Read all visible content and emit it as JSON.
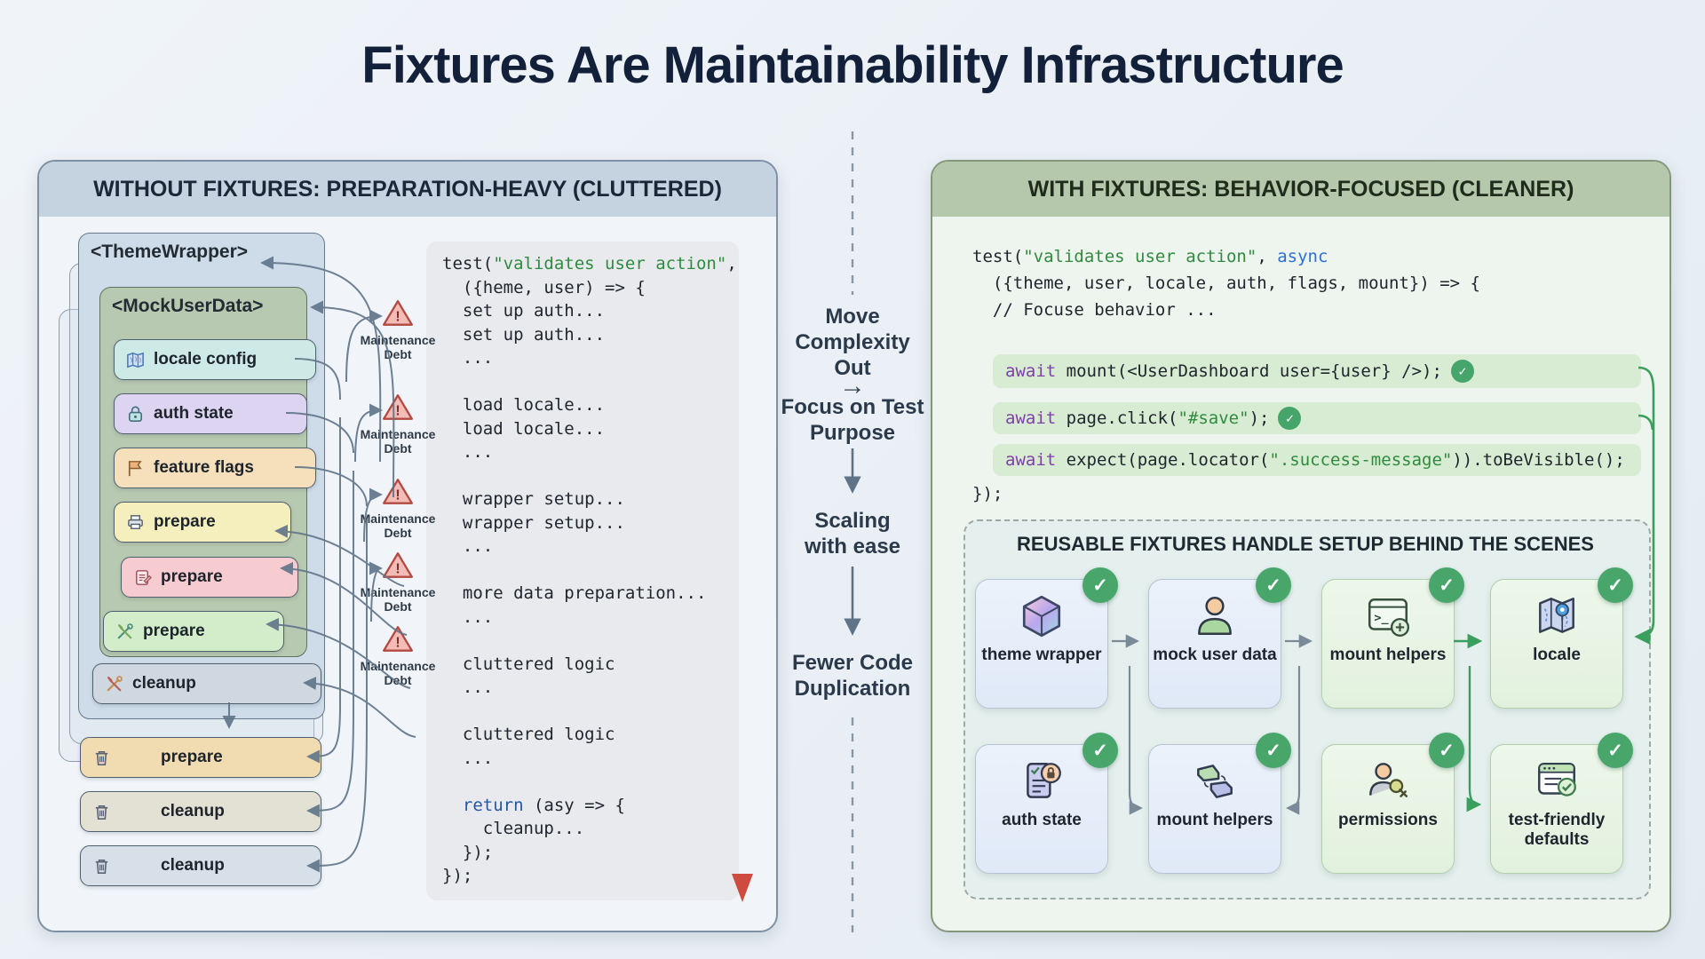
{
  "title": "Fixtures Are Maintainability Infrastructure",
  "left": {
    "header": "WITHOUT FIXTURES: PREPARATION-HEAVY (CLUTTERED)",
    "wrapper_label": "<ThemeWrapper>",
    "mock_label": "<MockUserData>",
    "chips": [
      {
        "label": "locale config",
        "icon": "map-icon",
        "color": "#cdeae6"
      },
      {
        "label": "auth state",
        "icon": "lock-icon",
        "color": "#ddd4f2"
      },
      {
        "label": "feature flags",
        "icon": "flag-icon",
        "color": "#f6dfbb"
      },
      {
        "label": "prepare",
        "icon": "printer-icon",
        "color": "#f5eebd"
      },
      {
        "label": "prepare",
        "icon": "memo-icon",
        "color": "#f7ccd1"
      },
      {
        "label": "prepare",
        "icon": "tools-icon",
        "color": "#d3edcb"
      },
      {
        "label": "cleanup",
        "icon": "tools-icon",
        "color": "#cfd7e0"
      },
      {
        "label": "prepare",
        "icon": "trash-icon",
        "color": "#f1dcb2"
      },
      {
        "label": "cleanup",
        "icon": "trash-icon",
        "color": "#e3e0d4"
      },
      {
        "label": "cleanup",
        "icon": "trash-icon",
        "color": "#d7e0e9"
      }
    ],
    "warning": {
      "line1": "Maintenance",
      "line2": "Debt"
    },
    "code": {
      "l1_pre": "test(",
      "l1_str": "\"validates user action\"",
      "l1_post": ",",
      "l2": "  ({heme, user) => {",
      "body": [
        "  set up auth...",
        "  set up auth...",
        "  ...",
        "",
        "  load locale...",
        "  load locale...",
        "  ...",
        "",
        "  wrapper setup...",
        "  wrapper setup...",
        "  ...",
        "",
        "  more data preparation...",
        "  ...",
        "",
        "  cluttered logic",
        "  ...",
        "",
        "  cluttered logic",
        "  ...",
        ""
      ],
      "ret_indent": "  ",
      "ret_kw": "return",
      "ret_post": " (asy => {",
      "cleanup_line": "    cleanup...",
      "close1": "  });",
      "close2": "});"
    }
  },
  "middle": {
    "steps": [
      "Move Complexity Out",
      "Focus on Test Purpose",
      "Scaling with ease",
      "Fewer Code Duplication"
    ],
    "arrow_right": "→"
  },
  "right": {
    "header": "WITH FIXTURES: BEHAVIOR-FOCUSED (CLEANER)",
    "code": {
      "l1_pre": "test(",
      "l1_str": "\"validates user action\"",
      "l1_mid": ", ",
      "l1_kw": "async",
      "l2": "  ({theme, user, locale, auth, flags, mount}) => {",
      "l3": "  // Focuse behavior ...",
      "row1": {
        "kw": "await",
        "rest": " mount(<UserDashboard user={user} />);"
      },
      "row2": {
        "kw": "await",
        "a": " page.click(",
        "str": "\"#save\"",
        "b": ");"
      },
      "row3": {
        "kw": "await",
        "a": " expect(page.locator(",
        "str": "\".success-message\"",
        "b": ")).toBeVisible();"
      },
      "close": "});"
    },
    "fixtures": {
      "title": "REUSABLE FIXTURES HANDLE SETUP BEHIND THE SCENES",
      "cards": [
        {
          "label": "theme wrapper",
          "icon": "cube-icon"
        },
        {
          "label": "mock user data",
          "icon": "user-icon"
        },
        {
          "label": "mount helpers",
          "icon": "terminal-plus-icon"
        },
        {
          "label": "locale",
          "icon": "map-pin-icon"
        },
        {
          "label": "auth state",
          "icon": "document-lock-icon"
        },
        {
          "label": "mount helpers",
          "icon": "swap-icon"
        },
        {
          "label": "permissions",
          "icon": "user-key-icon"
        },
        {
          "label": "test-friendly defaults",
          "icon": "browser-check-icon"
        }
      ]
    }
  },
  "colors": {
    "accent_green": "#49a66b",
    "warning_red": "#b24a41",
    "flow_red": "#cf4b3f",
    "line_slate": "#5f7489"
  }
}
